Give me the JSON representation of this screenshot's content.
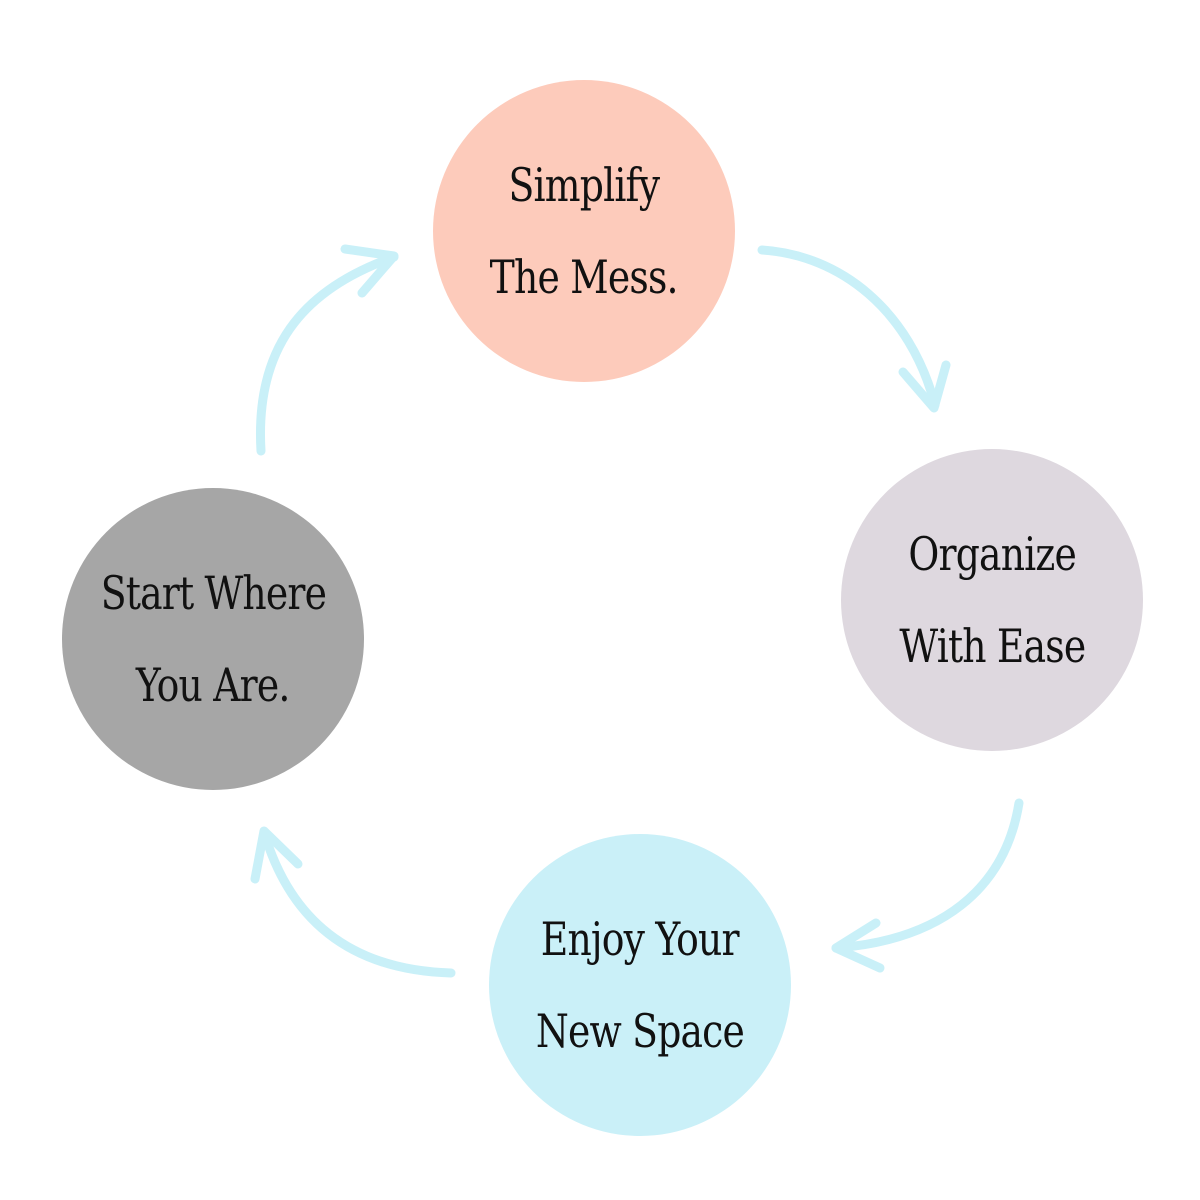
{
  "diagram": {
    "type": "cycle",
    "arrow_color": "#c9f0f8",
    "text_color": "#111111",
    "steps": [
      {
        "lines": [
          "Simplify",
          "The Mess."
        ],
        "color": "#fdcbbb"
      },
      {
        "lines": [
          "Organize",
          "With Ease"
        ],
        "color": "#ded8df"
      },
      {
        "lines": [
          "Enjoy Your",
          "New Space"
        ],
        "color": "#caf0f8"
      },
      {
        "lines": [
          "Start Where",
          "You Are."
        ],
        "color": "#a6a6a6"
      }
    ],
    "edges": [
      {
        "from": "Simplify The Mess.",
        "to": "Organize With Ease"
      },
      {
        "from": "Organize With Ease",
        "to": "Enjoy Your New Space"
      },
      {
        "from": "Enjoy Your New Space",
        "to": "Start Where You Are."
      },
      {
        "from": "Start Where You Are.",
        "to": "Simplify The Mess."
      }
    ]
  }
}
